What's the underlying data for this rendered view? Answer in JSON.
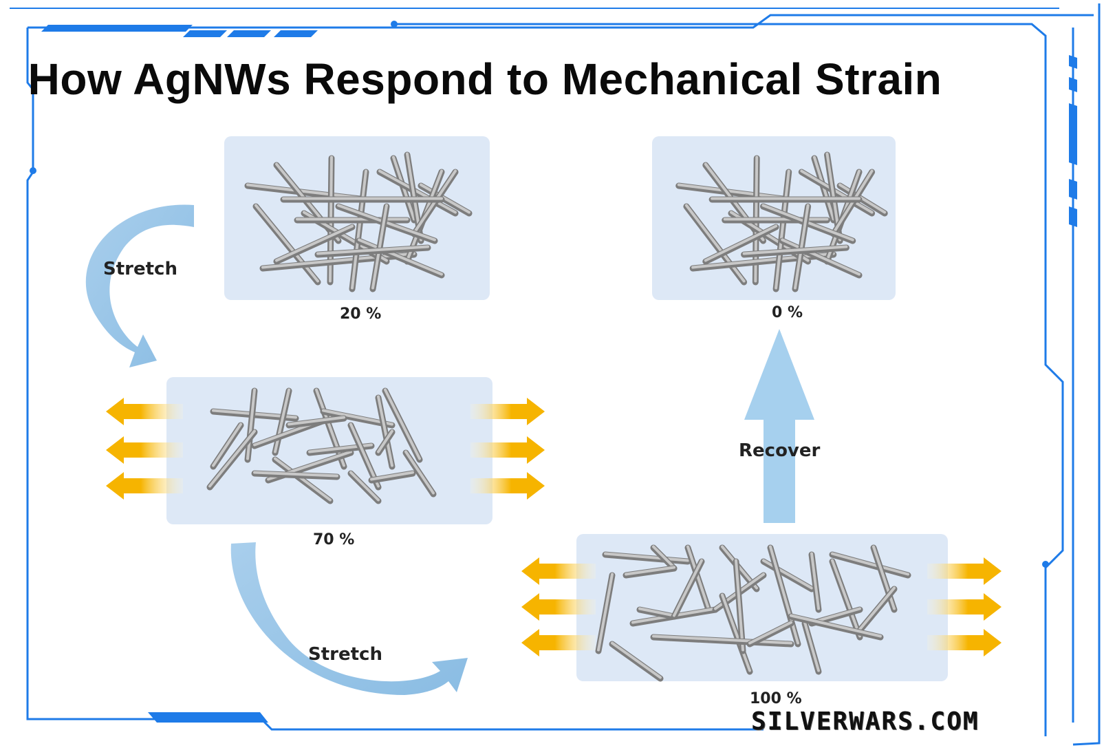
{
  "title": "How AgNWs Respond to Mechanical Strain",
  "states": [
    {
      "label": "20 %"
    },
    {
      "label": "70 %"
    },
    {
      "label": "100 %"
    },
    {
      "label": "0 %"
    }
  ],
  "actions": {
    "stretch_1": "Stretch",
    "stretch_2": "Stretch",
    "recover": "Recover"
  },
  "brand": "SILVERWARS.COM",
  "colors": {
    "frame": "#1e7be8",
    "panel": "#dde8f6",
    "curved_arrow": "#8cbfe6",
    "recover_arrow": "#a6d0ee",
    "force_arrow": "#f6b400",
    "nanowire": "#a9a9a9"
  },
  "icons": {
    "curved_arrow": "curved-arrow-icon",
    "force_arrow": "force-arrow-icon",
    "recover_arrow": "up-arrow-icon"
  }
}
